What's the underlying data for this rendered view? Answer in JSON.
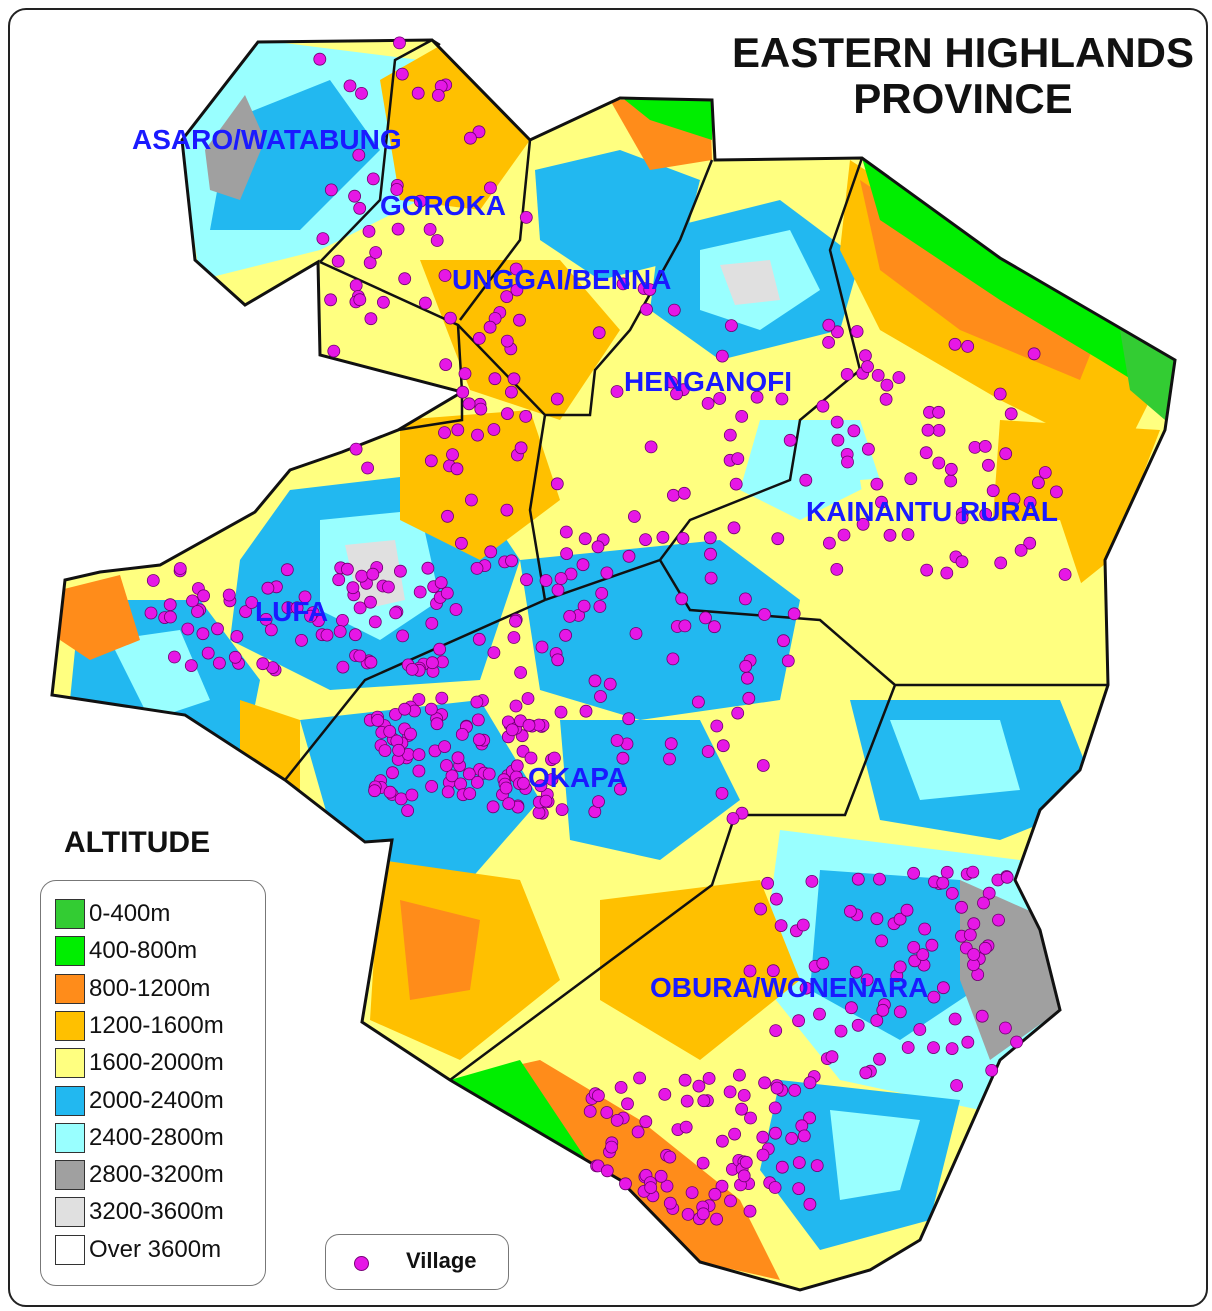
{
  "title": {
    "line1": "EASTERN HIGHLANDS",
    "line2": "PROVINCE"
  },
  "districts": [
    "ASARO/WATABUNG",
    "GOROKA",
    "UNGGAI/BENNA",
    "HENGANOFI",
    "KAINANTU RURAL",
    "LUFA",
    "OKAPA",
    "OBURA/WONENARA"
  ],
  "legend": {
    "title": "ALTITUDE",
    "items": [
      {
        "label": "0-400m",
        "color": "#33cc33"
      },
      {
        "label": "400-800m",
        "color": "#00ee00"
      },
      {
        "label": "800-1200m",
        "color": "#ff8c1a"
      },
      {
        "label": "1200-1600m",
        "color": "#ffc000"
      },
      {
        "label": "1600-2000m",
        "color": "#ffff80"
      },
      {
        "label": "2000-2400m",
        "color": "#22b8f0"
      },
      {
        "label": "2400-2800m",
        "color": "#99ffff"
      },
      {
        "label": "2800-3200m",
        "color": "#a0a0a0"
      },
      {
        "label": "3200-3600m",
        "color": "#e0e0e0"
      },
      {
        "label": "Over 3600m",
        "color": "#ffffff"
      }
    ]
  },
  "village_legend": {
    "label": "Village",
    "color": "#e617e6"
  }
}
